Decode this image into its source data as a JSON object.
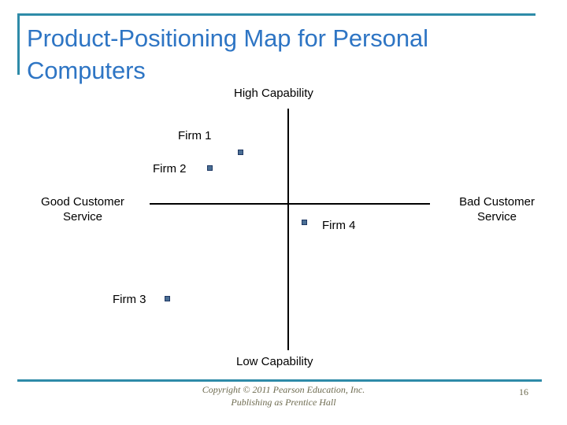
{
  "slide": {
    "title": "Product-Positioning Map for Personal Computers",
    "accent_color": "#2E8BA8",
    "title_color": "#2E75C4",
    "page_number": "16"
  },
  "footer": {
    "copyright_line1": "Copyright © 2011 Pearson Education, Inc.",
    "copyright_line2": "Publishing as Prentice Hall"
  },
  "chart_data": {
    "type": "scatter",
    "title": "Product-Positioning Map for Personal Computers",
    "xlabel": "",
    "ylabel": "",
    "xlim": [
      -1,
      1
    ],
    "ylim": [
      -1,
      1
    ],
    "grid": false,
    "legend": "none",
    "axis_labels": {
      "top": "High Capability",
      "bottom": "Low Capability",
      "left_line1": "Good Customer",
      "left_line2": "Service",
      "right_line1": "Bad Customer",
      "right_line2": "Service"
    },
    "marker_color": "#4A6E94",
    "marker_edge_color": "#1F3864",
    "points": [
      {
        "label": "Firm 1",
        "x": -0.34,
        "y": 0.44
      },
      {
        "label": "Firm 2",
        "x": -0.57,
        "y": 0.31
      },
      {
        "label": "Firm 3",
        "x": -0.88,
        "y": -0.79
      },
      {
        "label": "Firm 4",
        "x": 0.1,
        "y": -0.15
      }
    ]
  }
}
